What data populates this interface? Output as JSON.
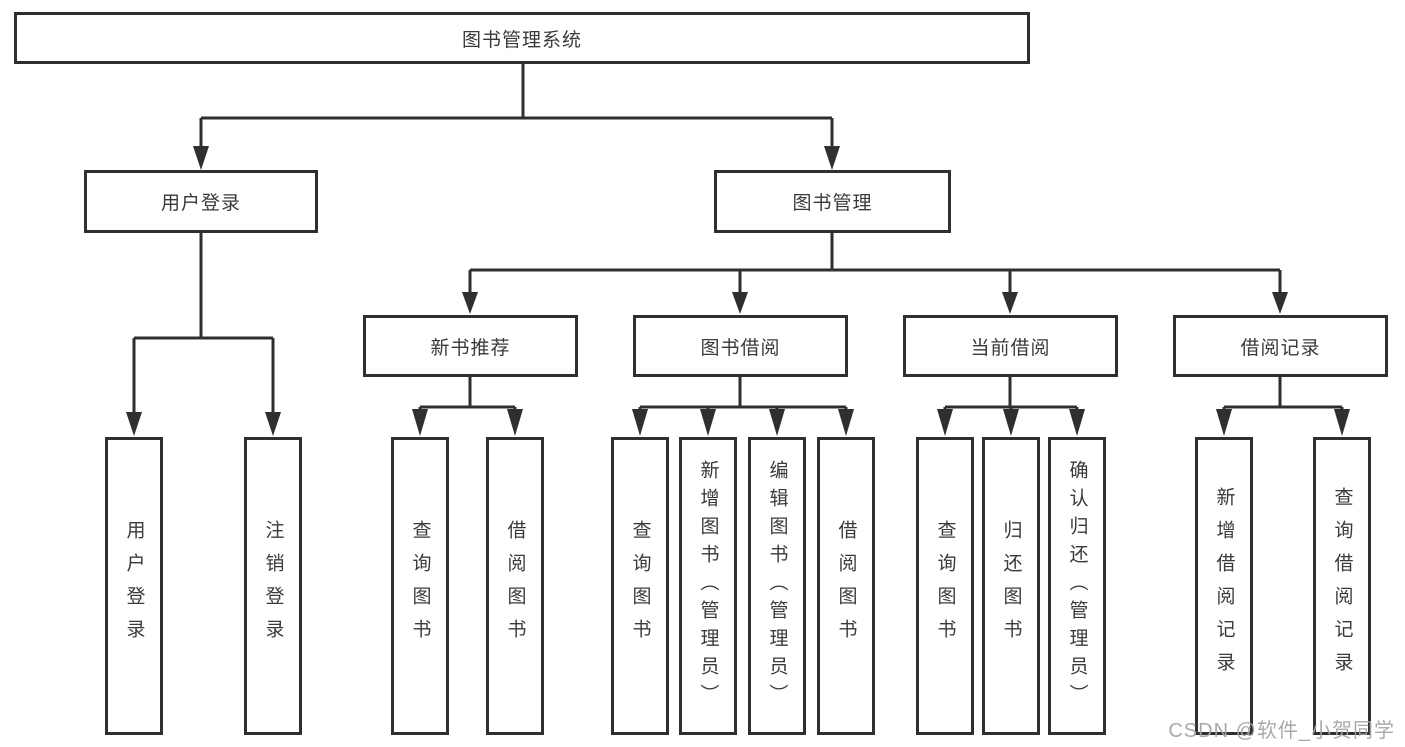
{
  "diagram": {
    "root": {
      "label": "图书管理系统"
    },
    "level2": [
      {
        "label": "用户登录"
      },
      {
        "label": "图书管理"
      }
    ],
    "level3": [
      {
        "label": "新书推荐"
      },
      {
        "label": "图书借阅"
      },
      {
        "label": "当前借阅"
      },
      {
        "label": "借阅记录"
      }
    ],
    "leaves": {
      "user_login": [
        "用户登录",
        "注销登录"
      ],
      "new_books": [
        "查询图书",
        "借阅图书"
      ],
      "book_borrow": [
        "查询图书",
        "新增图书（管理员）",
        "编辑图书（管理员）",
        "借阅图书"
      ],
      "current_borrow": [
        "查询图书",
        "归还图书",
        "确认归还（管理员）"
      ],
      "borrow_records": [
        "新增借阅记录",
        "查询借阅记录"
      ]
    }
  },
  "watermark": {
    "text": "CSDN @软件_小贺同学"
  },
  "colors": {
    "line": "#2f2f2f",
    "box_border": "#2f2f2f",
    "text": "#3a3a3a",
    "background": "#ffffff",
    "watermark": "#a4a4aa"
  }
}
